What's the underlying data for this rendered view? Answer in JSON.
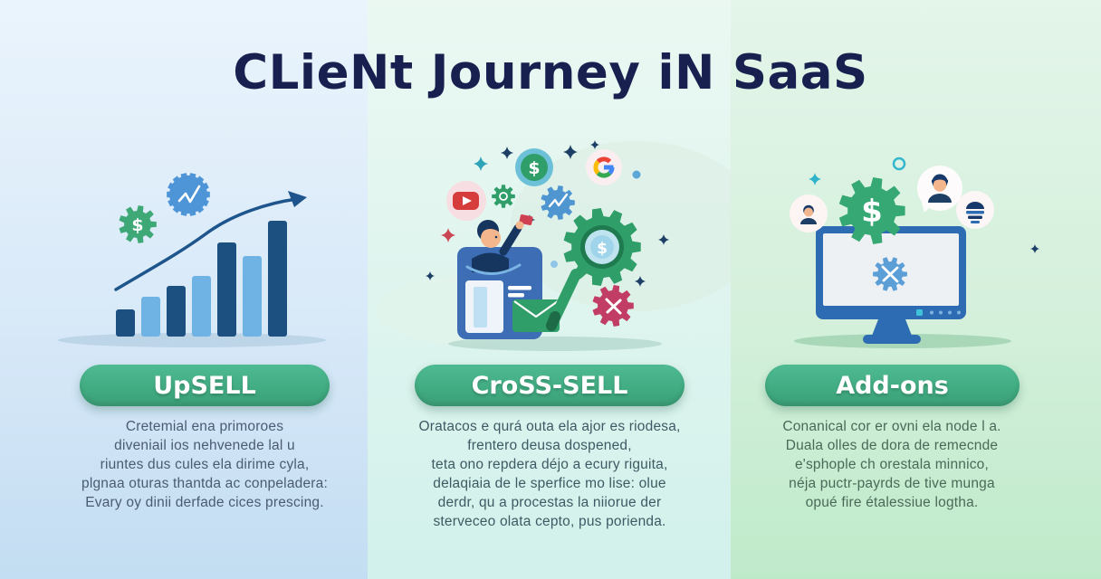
{
  "title": "CLieNt Journey iN SaaS",
  "symbols": {
    "dollar": "$"
  },
  "columns": [
    {
      "id": "upsell",
      "pill": "UpSELL",
      "lines": [
        "Cretemial ena primoroes",
        "diveniail ios nehvenede lal u",
        "riuntes dus cules ela dirime cyla,",
        "plgnaa oturas thantda ac conpeladera:",
        "Evary oy dinii derfade cices prescing."
      ]
    },
    {
      "id": "cross-sell",
      "pill": "CroSS-SELL",
      "lines": [
        "Oratacos e qurá outa ela ajor es riodesa,",
        "frentero deusa dospened,",
        "teta ono repdera déjo a ecury riguita,",
        "delaqiaia de le sperfice mo lise: olue",
        "derdr, qu a procestas la niiorue der",
        "sterveceo olata cepto, pus porienda."
      ]
    },
    {
      "id": "add-ons",
      "pill": "Add-ons",
      "lines": [
        "Conanical cor er ovni ela node l a.",
        "Duala olles de dora de remecnde",
        "e'sphople ch orestala minnico,",
        "néja puctr-payrds de tive munga",
        "opué fire étalessiue logtha."
      ]
    }
  ],
  "chart_data": {
    "type": "bar",
    "context": "decorative growth bar chart in UpSELL column",
    "values": [
      30,
      44,
      56,
      67,
      104,
      89,
      128
    ],
    "bar_colors_alternating": [
      "#1b5080",
      "#6fb3e4"
    ],
    "trend": "rising arrow over bars",
    "xlabel": "",
    "ylabel": ""
  },
  "icons": {
    "column1": [
      "dollar-gear-icon",
      "growth-badge-icon",
      "trend-arrow-icon",
      "bar-chart-icon"
    ],
    "column2": [
      "youtube-icon",
      "dollar-coin-icon",
      "google-icon",
      "small-green-gear-icon",
      "chart-gear-icon",
      "magnifier-gear-icon",
      "person-tablet-icon",
      "envelope-icon",
      "pink-x-gear-icon",
      "sparkle-stars"
    ],
    "column3": [
      "user-bubble-icon",
      "dollar-gear-icon",
      "user-avatar-bubble-icon",
      "menu-bubble-icon",
      "monitor-icon",
      "tools-gear-icon"
    ]
  },
  "colors": {
    "title_navy": "#18204f",
    "pill_green": "#45b18a",
    "panel_blue_bottom": "#c3ddf2",
    "panel_teal_bottom": "#d2f1ec",
    "panel_green_bottom": "#bfeaca",
    "bar_dark": "#1b5080",
    "bar_light": "#6fb3e4",
    "gear_green": "#3fa877",
    "badge_blue": "#4e95d8",
    "youtube_red": "#d63c3c",
    "coin_teal": "#6cc0d8",
    "pink_gear": "#c23d66",
    "monitor_blue": "#2d6bb2",
    "screen_gear_blue": "#5b9fd6",
    "text_col1": "#4a5b72",
    "text_col2": "#3e5a64",
    "text_col3": "#496a59"
  }
}
